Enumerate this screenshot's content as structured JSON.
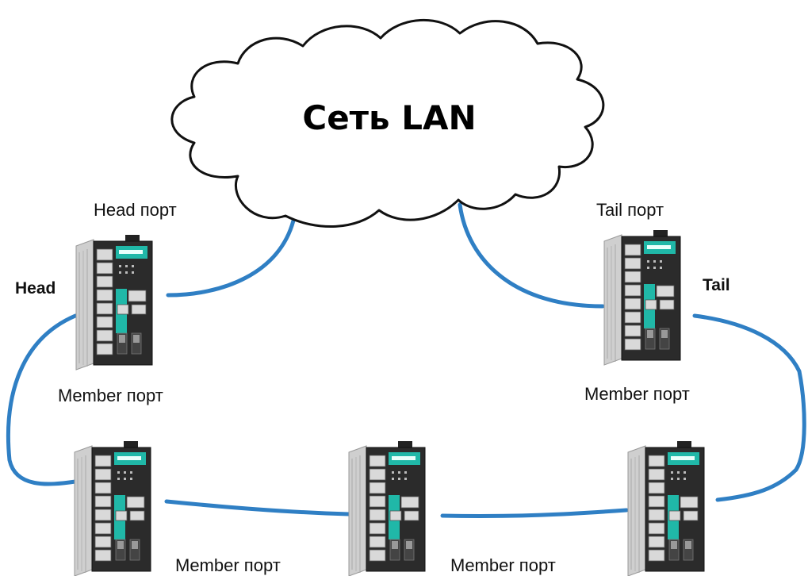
{
  "cloud": {
    "title": "Сеть LAN"
  },
  "labels": {
    "head_port": "Head порт",
    "tail_port": "Tail порт",
    "head": "Head",
    "tail": "Tail",
    "member_port_left": "Member порт",
    "member_port_right": "Member порт",
    "member_port_bottom_1": "Member порт",
    "member_port_bottom_2": "Member порт"
  },
  "colors": {
    "cable": "#2f7fc4",
    "cloud_outline": "#111111",
    "switch_body": "#2a2a2a",
    "switch_accent": "#20b8a8"
  },
  "devices": [
    {
      "role": "head",
      "icon": "ethernet-switch-icon"
    },
    {
      "role": "tail",
      "icon": "ethernet-switch-icon"
    },
    {
      "role": "member",
      "icon": "ethernet-switch-icon"
    },
    {
      "role": "member",
      "icon": "ethernet-switch-icon"
    },
    {
      "role": "member",
      "icon": "ethernet-switch-icon"
    }
  ]
}
